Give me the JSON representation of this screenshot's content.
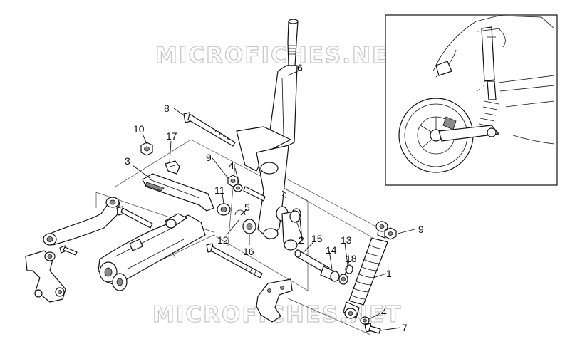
{
  "watermark": {
    "text": "MICROFICHES.NET"
  },
  "callouts": [
    {
      "id": "1",
      "label": "1"
    },
    {
      "id": "2",
      "label": "2"
    },
    {
      "id": "3",
      "label": "3"
    },
    {
      "id": "4a",
      "label": "4"
    },
    {
      "id": "4b",
      "label": "4"
    },
    {
      "id": "5",
      "label": "5"
    },
    {
      "id": "6",
      "label": "6"
    },
    {
      "id": "7",
      "label": "7"
    },
    {
      "id": "8",
      "label": "8"
    },
    {
      "id": "9a",
      "label": "9"
    },
    {
      "id": "9b",
      "label": "9"
    },
    {
      "id": "10",
      "label": "10"
    },
    {
      "id": "11",
      "label": "11"
    },
    {
      "id": "12",
      "label": "12"
    },
    {
      "id": "13",
      "label": "13"
    },
    {
      "id": "14",
      "label": "14"
    },
    {
      "id": "15",
      "label": "15"
    },
    {
      "id": "16",
      "label": "16"
    },
    {
      "id": "17",
      "label": "17"
    },
    {
      "id": "18",
      "label": "18"
    }
  ],
  "inset": {
    "icon": "scooter-front-icon"
  }
}
